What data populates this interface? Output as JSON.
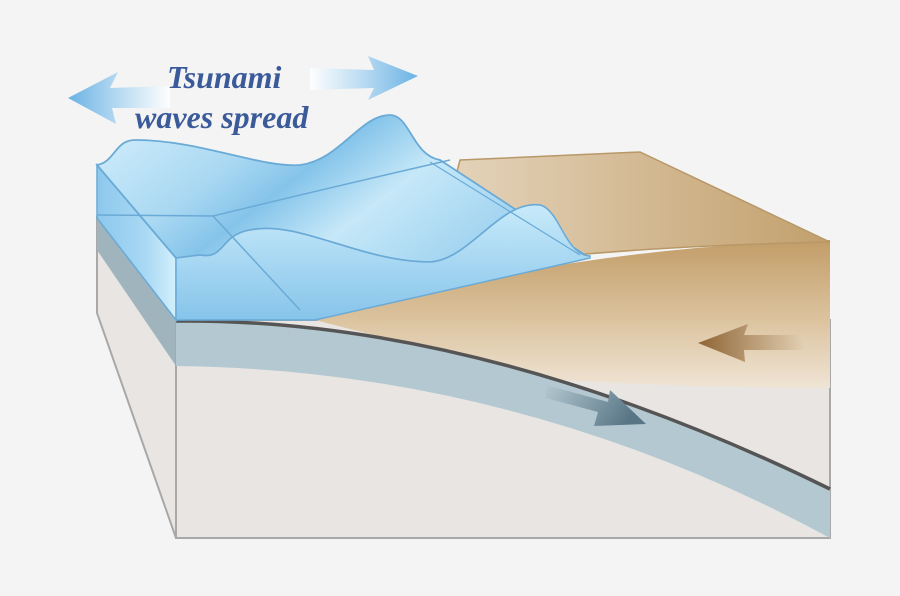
{
  "title": {
    "line1": "Tsunami",
    "line2": "waves spread"
  },
  "diagram": {
    "subject": "Tsunami generation at a subduction zone",
    "elements": [
      {
        "name": "ocean-water-block",
        "color": "#a8d8f0"
      },
      {
        "name": "continental-plate",
        "color": "#c9a877"
      },
      {
        "name": "oceanic-plate",
        "color": "#b3c8d0"
      },
      {
        "name": "mantle",
        "color": "#e8e5e3"
      }
    ],
    "arrows": [
      {
        "name": "wave-spread-left-arrow",
        "direction": "left",
        "color": "#6ab0e0"
      },
      {
        "name": "wave-spread-right-arrow",
        "direction": "right",
        "color": "#6ab0e0"
      },
      {
        "name": "continental-plate-motion-arrow",
        "direction": "left",
        "color": "#9a7040"
      },
      {
        "name": "oceanic-plate-subduction-arrow",
        "direction": "down-right",
        "color": "#5a7888"
      }
    ]
  },
  "colors": {
    "background": "#f4f4f4",
    "label": "#3a5a9a",
    "water_light": "#d4effc",
    "water_dark": "#7fc0e8",
    "water_edge": "#6aaad6",
    "sediment_light": "#e4d2b8",
    "sediment_dark": "#c09a66",
    "plate": "#b3c8d0",
    "mantle": "#e8e5e3",
    "fault_line": "#5a5a5a",
    "outline": "#a8a8a8"
  }
}
